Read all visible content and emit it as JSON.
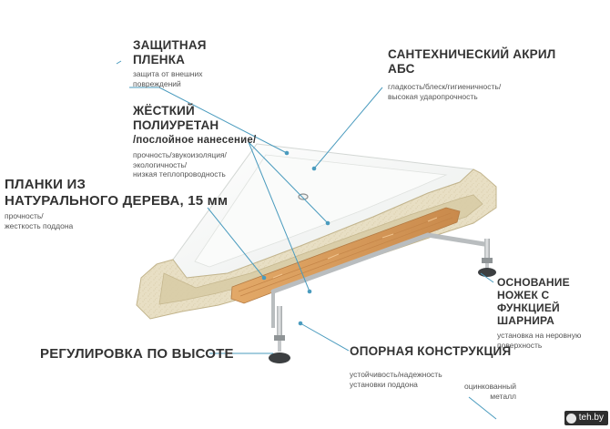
{
  "labels": {
    "film": {
      "title_lines": [
        "ЗАЩИТНАЯ",
        "ПЛЕНКА"
      ],
      "desc_lines": [
        "защита от внешних",
        "повреждений"
      ]
    },
    "acrylic": {
      "title_lines": [
        "САНТЕХНИЧЕСКИЙ АКРИЛ",
        "АБС"
      ],
      "desc_lines": [
        "гладкость/блеск/гигиеничность/",
        "высокая ударопрочность"
      ]
    },
    "polyurethane": {
      "title_lines": [
        "ЖЁСТКИЙ",
        "ПОЛИУРЕТАН"
      ],
      "subtitle": "/послойное нанесение/",
      "desc_lines": [
        "прочность/звукоизоляция/",
        "экологичность/",
        "низкая теплопроводность"
      ]
    },
    "wood": {
      "title_lines": [
        "ПЛАНКИ ИЗ",
        "НАТУРАЛЬНОГО ДЕРЕВА, 15 мм"
      ],
      "desc_lines": [
        "прочность/",
        "жесткость поддона"
      ]
    },
    "legs_base": {
      "title_lines": [
        "ОСНОВАНИЕ НОЖЕК С",
        "ФУНКЦИЕЙ ШАРНИРА"
      ],
      "desc_lines": [
        "установка на неровную",
        "поверхность"
      ]
    },
    "height": {
      "title_lines": [
        "РЕГУЛИРОВКА ПО ВЫСОТЕ"
      ]
    },
    "support": {
      "title_lines": [
        "ОПОРНАЯ КОНСТРУКЦИЯ"
      ],
      "desc_lines": [
        "устойчивость/надежность",
        "установки поддона"
      ],
      "extra_lines": [
        "оцинкованный",
        "металл"
      ]
    }
  },
  "watermark": {
    "text": "teh.by"
  },
  "colors": {
    "leader": "#4a9bbe",
    "acrylic": "#f4f5f3",
    "polyurethane": "#e6dcc0",
    "wood": "#d79b5f",
    "metal": "#c9ccce"
  }
}
